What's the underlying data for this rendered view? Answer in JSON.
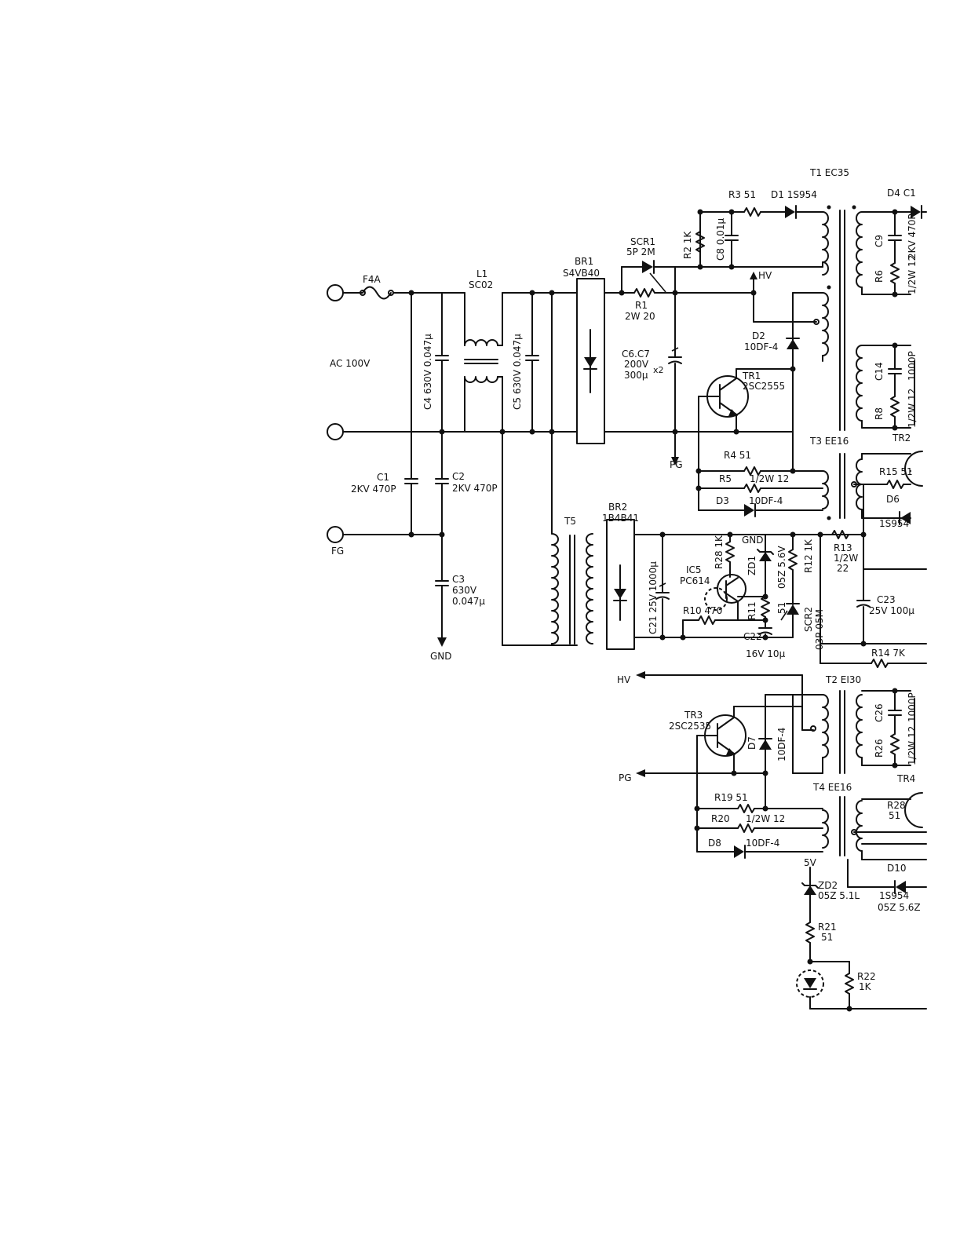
{
  "labels": {
    "f4a": "F4A",
    "l1": "L1",
    "sc02": "SC02",
    "ac100v": "AC 100V",
    "fg": "FG",
    "gnd1": "GND",
    "c4": "C4 630V 0.047μ",
    "c5": "C5 630V 0.047μ",
    "c1": "C1",
    "c1v": "2KV 470P",
    "c2": "C2",
    "c2v": "2KV 470P",
    "c3": "C3",
    "c3a": "630V",
    "c3b": "0.047μ",
    "br1": "BR1",
    "br1v": "S4VB40",
    "scr1": "SCR1",
    "scr1v": "5P 2M",
    "r1": "R1",
    "r1v": "2W 20",
    "r2": "R2  1K",
    "r3": "R3  51",
    "d1": "D1  1S954",
    "c8": "C8  0.01μ",
    "t1": "T1  EC35",
    "d4": "D4  C1",
    "hv1": "HV",
    "d2": "D2",
    "d2v": "10DF-4",
    "c6c7": "C6.C7",
    "c6v1": "200V",
    "c6v2": "300μ",
    "x2": "x2",
    "tr1": "TR1",
    "tr1v": "2SC2555",
    "pg1": "PG",
    "r4": "R4  51",
    "r5": "R5",
    "r5v": "1/2W  12",
    "d3": "D3",
    "d3v": "10DF-4",
    "t3": "T3  EE16",
    "tr2": "TR2",
    "r15": "R15  51",
    "d6": "D6",
    "d6v": "1S954",
    "c9": "C9",
    "c9v": "2KV  470P",
    "r6": "R6",
    "r6v": "1/2W 12",
    "c14": "C14",
    "c14v": "1000P",
    "r8": "R8",
    "r8v": "1/2W 12",
    "t5": "T5",
    "br2": "BR2",
    "br2v": "1B4B41",
    "c21": "C21  25V  1000μ",
    "ic5": "IC5",
    "ic5v": "PC614",
    "r28a": "R28 1K",
    "gnd2": "GND",
    "zd1": "ZD1",
    "zd1v": "05Z 5.6V",
    "r12": "R12  1K",
    "r13": "R13",
    "r13a": "1/2W",
    "r13b": "22",
    "r11": "R11",
    "r11v": "51",
    "scr2": "SCR2",
    "scr2v": "03P 05M",
    "c23": "C23",
    "c23v": "25V  100μ",
    "r10": "R10  470",
    "c22": "C22",
    "c22v": "16V 10μ",
    "r14": "R14  7K",
    "hv2": "HV",
    "t2": "T2  EI30",
    "tr3": "TR3",
    "tr3v": "2SC2535",
    "d7": "D7",
    "d7v": "10DF-4",
    "c26": "C26",
    "c26v": "1000P",
    "r26": "R26",
    "r26v": "1/2W 12",
    "pg2": "PG",
    "tr4": "TR4",
    "t4": "T4  EE16",
    "r19": "R19  51",
    "r20": "R20",
    "r20v": "1/2W  12",
    "d8": "D8",
    "d8v": "10DF-4",
    "r28b": "R28",
    "r28bv": "51",
    "v5": "5V",
    "zd2": "ZD2",
    "zd2v": "05Z 5.1L",
    "d10": "D10",
    "d10v": "1S954",
    "d10v2": "05Z 5.6Z",
    "r21": "R21",
    "r21v": "51",
    "r22": "R22",
    "r22v": "1K"
  }
}
